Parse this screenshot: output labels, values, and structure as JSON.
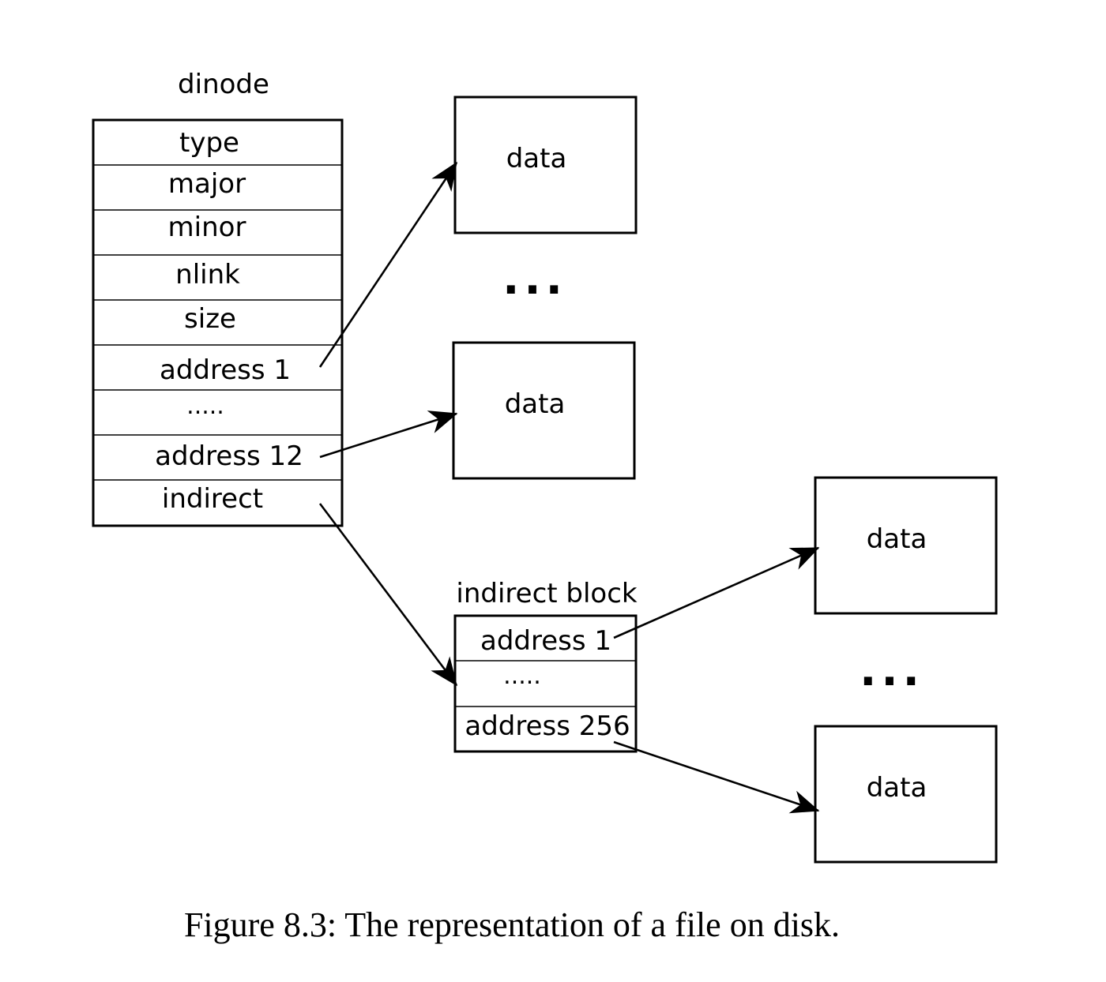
{
  "dinode": {
    "title": "dinode",
    "fields": [
      "type",
      "major",
      "minor",
      "nlink",
      "size",
      "address 1",
      ".....",
      "address 12",
      "indirect"
    ]
  },
  "indirect_block": {
    "title": "indirect block",
    "fields": [
      "address 1",
      ".....",
      "address 256"
    ]
  },
  "data_blocks": [
    "data",
    "data",
    "data",
    "data"
  ],
  "ellipses": [
    "...",
    "..."
  ],
  "caption": "Figure 8.3: The representation of a file on disk."
}
